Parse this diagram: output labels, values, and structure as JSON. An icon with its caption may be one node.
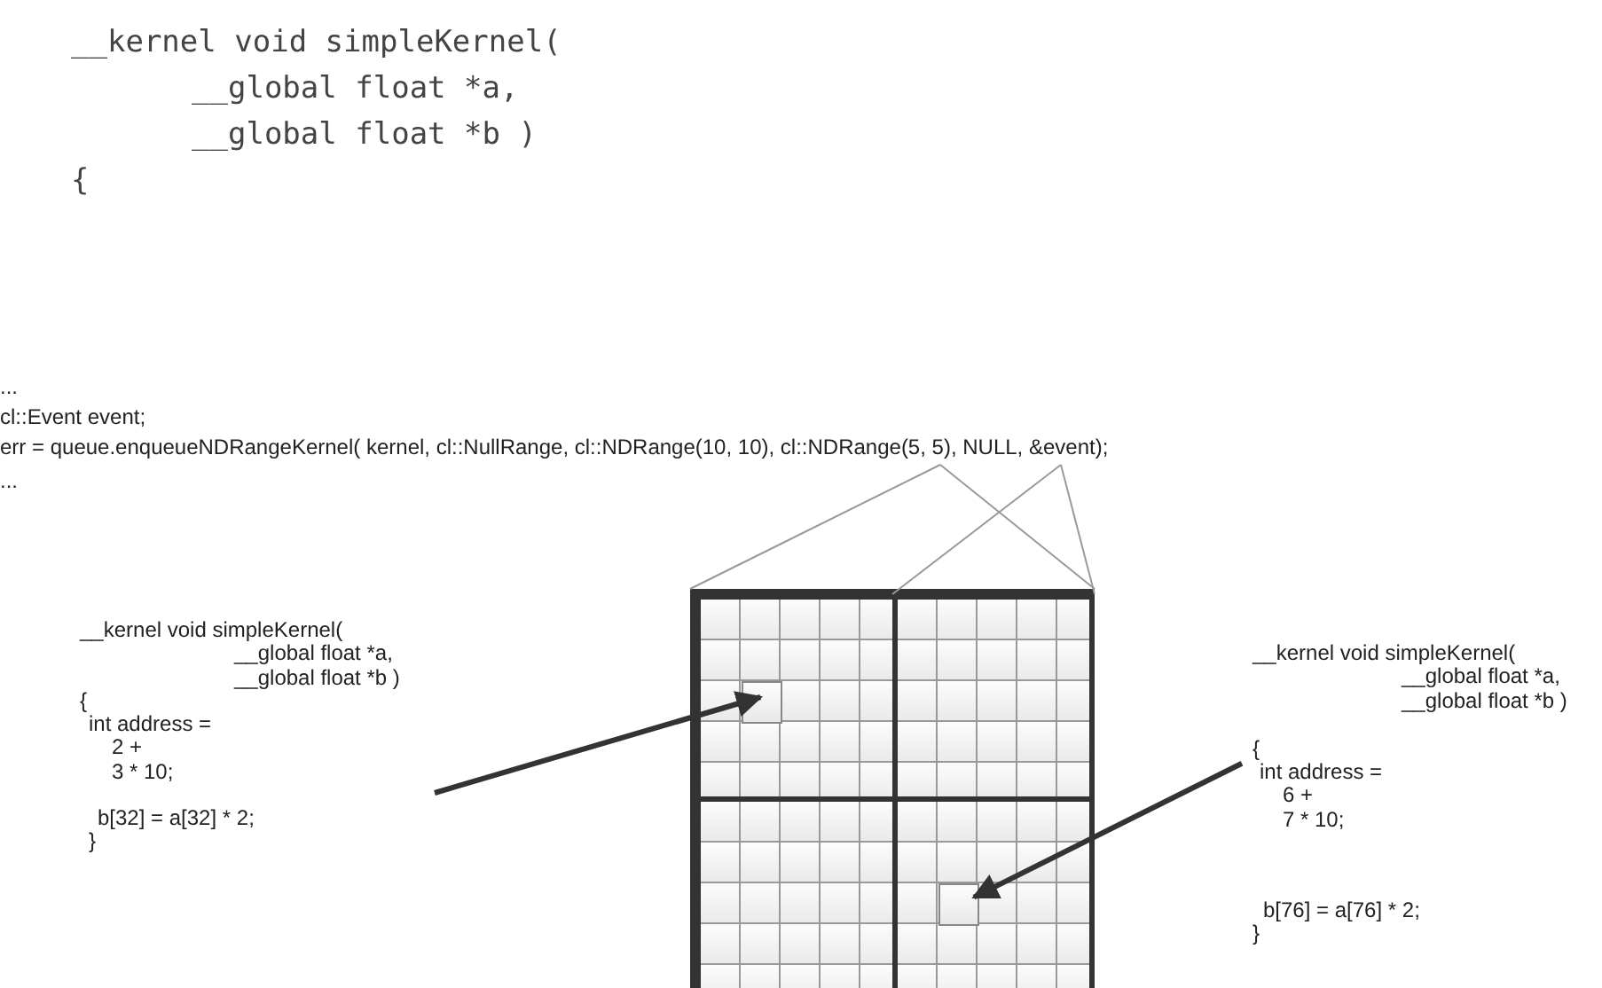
{
  "diagram": {
    "nodes": [
      {
        "text": [
          "...",
          "cl::Event event;",
          "err = queue.enqueueNDRangeKernel( kernel, cl::NullRange, cl::NDRange(10, 10), cl::NDRange(5, 5), NULL, &event);"
        ]
      },
      {
        "text": [],
        "shape": "box"
      },
      {
        "text": [],
        "shape": "box",
        "in": 1
      },
      {
        "text": [],
        "shape": "box",
        "in": 1
      },
      {
        "text": [],
        "shape": "box",
        "in": 1
      },
      {
        "text": [],
        "shape": "box",
        "in": 1
      },
      {
        "text": [],
        "shape": "box",
        "in": 2
      },
      {
        "text": [
          "__kernel void simpleKernel(",
          "__global float *a,",
          "__global float *b )",
          "{",
          "int address =",
          "2 +",
          "3 * 10;",
          "b[32] = a[32] * 2;",
          "}"
        ]
      },
      {
        "text": [],
        "shape": "box",
        "in": 5
      },
      {
        "text": [
          "__kernel void simpleKernel(",
          "__global float *a,",
          "__global float *b )",
          "{",
          "int address =",
          "6 +",
          "7 * 10;",
          "b[76] = a[76] * 2;",
          "}"
        ]
      }
    ],
    "edges": [
      {
        "from": 0,
        "to": 1,
        "arrow": "none"
      },
      {
        "from": 0,
        "to": 1,
        "arrow": "none"
      },
      {
        "from": 0,
        "to": 3,
        "arrow": "none"
      },
      {
        "from": 0,
        "to": 3,
        "arrow": "none"
      },
      {
        "from": 7,
        "to": 6,
        "arrow": "to",
        "style": "thick",
        "color": "#333333"
      },
      {
        "from": 9,
        "to": 8,
        "arrow": "to",
        "style": "thick",
        "color": "#333333"
      }
    ],
    "labels": [
      "__kernel void simpleKernel(",
      "__global float *a,",
      "__global float *b )",
      "{",
      "..."
    ]
  }
}
